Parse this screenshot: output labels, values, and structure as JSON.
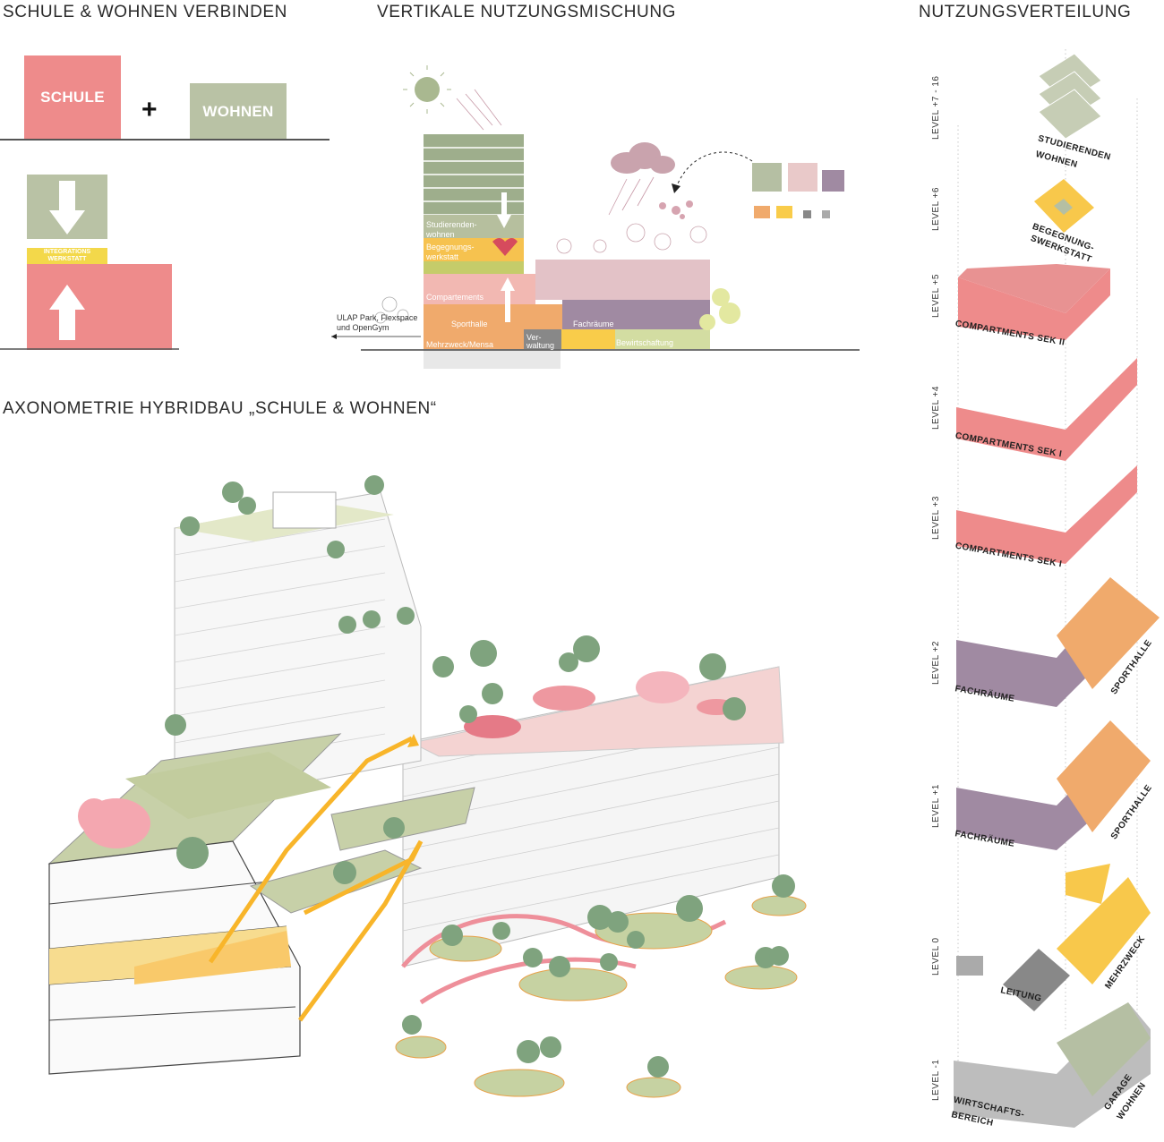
{
  "headings": {
    "schule_wohnen": "SCHULE & WOHNEN VERBINDEN",
    "vertikal": "VERTIKALE NUTZUNGSMISCHUNG",
    "nutzung": "NUTZUNGSVERTEILUNG",
    "axonometrie": "AXONOMETRIE HYBRIDBAU „SCHULE & WOHNEN“"
  },
  "concept": {
    "schule": "SCHULE",
    "plus": "+",
    "wohnen": "WOHNEN",
    "integrations": "INTEGRATIONS WERKSTATT"
  },
  "section": {
    "studierenden": "Studierenden-",
    "wohnen": "wohnen",
    "begegnungs": "Begegnungs-",
    "werkstatt": "werkstatt",
    "compartements": "Compartements",
    "sporthalle": "Sporthalle",
    "fachraeume": "Fachräume",
    "mehrzweck": "Mehrzweck/Mensa",
    "ver": "Ver-",
    "waltung": "waltung",
    "bewirtschaftung": "Bewirtschaftung",
    "ulap1": "ULAP Park, Flexspace",
    "ulap2": "und OpenGym"
  },
  "levels": [
    {
      "level": "LEVEL +7 - 16",
      "tag1": "STUDIERENDEN",
      "tag2": "WOHNEN"
    },
    {
      "level": "LEVEL +6",
      "tag1": "BEGEGNUNG-",
      "tag2": "SWERKSTATT"
    },
    {
      "level": "LEVEL +5",
      "tag1": "COMPARTMENTS SEK II"
    },
    {
      "level": "LEVEL +4",
      "tag1": "COMPARTMENTS SEK I"
    },
    {
      "level": "LEVEL +3",
      "tag1": "COMPARTMENTS SEK I"
    },
    {
      "level": "LEVEL +2",
      "tag1": "FACHRÄUME",
      "tag2": "SPORTHALLE"
    },
    {
      "level": "LEVEL +1",
      "tag1": "FACHRÄUME",
      "tag2": "SPORTHALLE"
    },
    {
      "level": "LEVEL 0",
      "tag1": "LEITUNG",
      "tag2": "MEHRZWECK"
    },
    {
      "level": "LEVEL -1",
      "tag1": "WIRTSCHAFTS-",
      "tag1b": "BEREICH",
      "tag2": "GARAGE",
      "tag2b": "WOHNEN"
    }
  ],
  "colors": {
    "schule": "#ee8b8b",
    "wohnen": "#b9c2a5",
    "sage": "#b5bfa3",
    "yellow": "#f9cc4a",
    "orange": "#f0aa6c",
    "purple": "#a08aa2",
    "grey": "#b8b8b8",
    "pink_light": "#f4d3d2",
    "green_tree": "#7fa37e"
  }
}
